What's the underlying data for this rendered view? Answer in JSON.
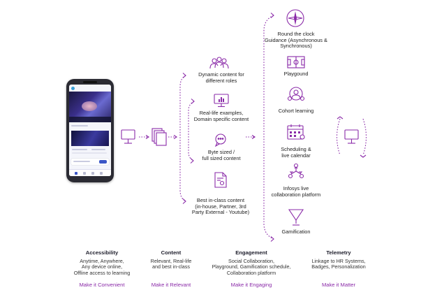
{
  "colors": {
    "accent": "#8a2aa8",
    "text": "#1d1d2b"
  },
  "content_items": [
    {
      "icon": "people-group-icon",
      "label": "Dynamic content for\ndifferent roles"
    },
    {
      "icon": "monitor-chart-icon",
      "label": "Real-life examples,\nDomain specific content"
    },
    {
      "icon": "chat-bubbles-icon",
      "label": "Byte sized /\nfull sized content"
    },
    {
      "icon": "certificate-document-icon",
      "label": "Best in-class content\n(in-house, Partner, 3rd\nParty External - Youtube)"
    }
  ],
  "engagement_items": [
    {
      "icon": "compass-icon",
      "label": "Round the clock\nGuidance (Asynchronous &\nSynchronous)"
    },
    {
      "icon": "playground-icon",
      "label": "Playgound"
    },
    {
      "icon": "cohort-people-icon",
      "label": "Cohort learning"
    },
    {
      "icon": "calendar-icon",
      "label": "Scheduling &\nlive calendar"
    },
    {
      "icon": "collaboration-icon",
      "label": "Infosys live\ncollaboration platform"
    },
    {
      "icon": "trophy-icon",
      "label": "Gamification"
    }
  ],
  "pillars": [
    {
      "title": "Accessibility",
      "desc": "Anytime, Anywhere,\nAny device online,\nOffline access to learning",
      "tag": "Make it Convenient"
    },
    {
      "title": "Content",
      "desc": "Relevant, Real-life\nand best in-class",
      "tag": "Make it Relevant"
    },
    {
      "title": "Engagement",
      "desc": "Social Collaboration,\nPlayground, Gamification schedule,\nCollaboration platform",
      "tag": "Make it Engaging"
    },
    {
      "title": "Telemetry",
      "desc": "Linkage to HR Systems,\nBadges, Personalization",
      "tag": "Make it Matter"
    }
  ]
}
